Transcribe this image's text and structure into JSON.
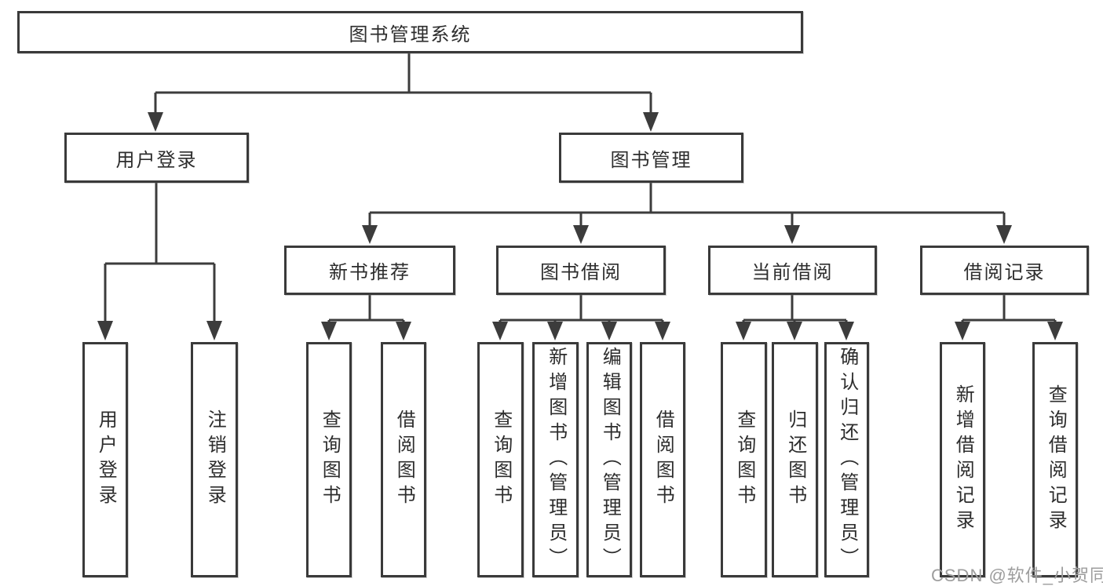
{
  "diagram": {
    "root": {
      "label": "图书管理系统"
    },
    "level2": [
      {
        "label": "用户登录",
        "children": [
          {
            "label": "用户登录"
          },
          {
            "label": "注销登录"
          }
        ]
      },
      {
        "label": "图书管理",
        "children": [
          {
            "label": "新书推荐",
            "children": [
              {
                "label": "查询图书"
              },
              {
                "label": "借阅图书"
              }
            ]
          },
          {
            "label": "图书借阅",
            "children": [
              {
                "label": "查询图书"
              },
              {
                "label": "新增图书（管理员）"
              },
              {
                "label": "编辑图书（管理员）"
              },
              {
                "label": "借阅图书"
              }
            ]
          },
          {
            "label": "当前借阅",
            "children": [
              {
                "label": "查询图书"
              },
              {
                "label": "归还图书"
              },
              {
                "label": "确认归还（管理员）"
              }
            ]
          },
          {
            "label": "借阅记录",
            "children": [
              {
                "label": "新增借阅记录"
              },
              {
                "label": "查询借阅记录"
              }
            ]
          }
        ]
      }
    ]
  },
  "watermark": {
    "text": "CSDN @软件_小贺同学",
    "color": "#9d9d9d"
  },
  "colors": {
    "line": "#3c3c3c",
    "box_border": "#3a3a3a",
    "box_background": "#ffffff",
    "text": "#2d2d2d",
    "page_background": "#ffffff",
    "watermark": "#9d9d9d"
  }
}
